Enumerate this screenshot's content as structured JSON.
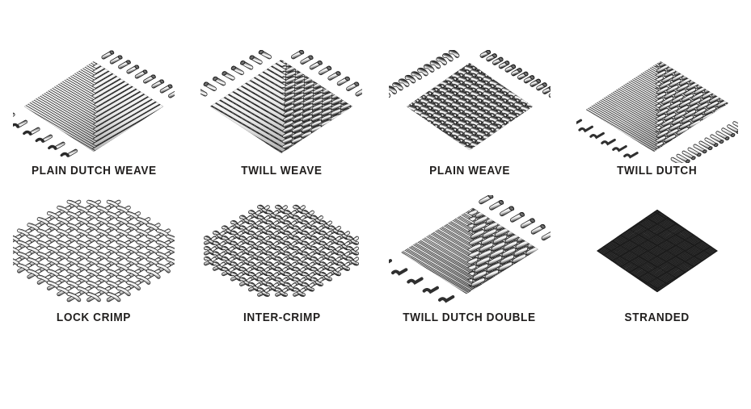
{
  "page": {
    "background_color": "#ffffff",
    "label_color": "#211f1e",
    "title": "",
    "layout": "4-column by 2-row illustrated grid of woven wire mesh weave types"
  },
  "items": [
    {
      "id": "plain-dutch-weave",
      "label": "PLAIN DUTCH WEAVE",
      "row": 1,
      "column": 1,
      "illustration": "isometric diagram of tightly packed plain dutch woven wire mesh with protruding wire ends"
    },
    {
      "id": "twill-weave",
      "label": "TWILL WEAVE",
      "row": 1,
      "column": 2,
      "illustration": "isometric diagram of twill woven wire mesh with diagonal over-two under-two pattern"
    },
    {
      "id": "plain-weave",
      "label": "PLAIN WEAVE",
      "row": 1,
      "column": 3,
      "illustration": "isometric diagram of plain woven wire mesh with arched over-one under-one crimps"
    },
    {
      "id": "twill-dutch",
      "label": "TWILL DUTCH",
      "row": 1,
      "column": 4,
      "illustration": "isometric diagram of dense twill dutch woven wire mesh with long diagonal weft wires"
    },
    {
      "id": "lock-crimp",
      "label": "LOCK CRIMP",
      "row": 2,
      "column": 1,
      "illustration": "isometric diagram of open lock crimp wire mesh with square apertures and locking knuckles"
    },
    {
      "id": "inter-crimp",
      "label": "INTER-CRIMP",
      "row": 2,
      "column": 2,
      "illustration": "isometric diagram of intermediate crimp wire mesh with extra crimps between intersections"
    },
    {
      "id": "twill-dutch-double",
      "label": "TWILL DUTCH DOUBLE",
      "row": 2,
      "column": 3,
      "illustration": "isometric diagram of twill dutch double layer woven wire mesh with thick bundled weft"
    },
    {
      "id": "stranded",
      "label": "STRANDED",
      "row": 2,
      "column": 4,
      "illustration": "isometric diagram of stranded wire mesh woven from flat multi-filament strand bundles in basket weave"
    }
  ]
}
